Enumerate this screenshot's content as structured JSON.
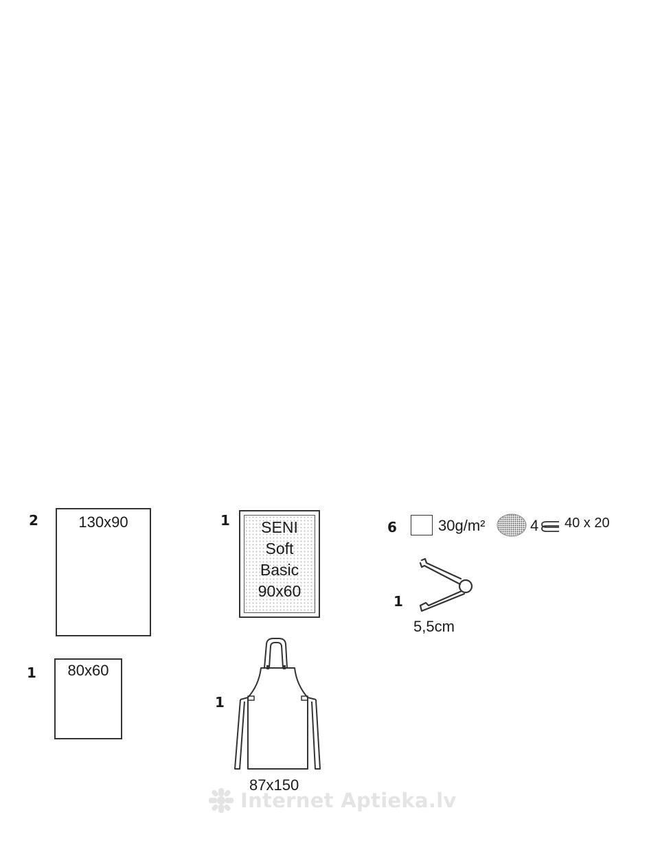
{
  "items": {
    "towel_large": {
      "qty": "2",
      "size": "130x90"
    },
    "towel_small": {
      "qty": "1",
      "size": "80x60"
    },
    "underpad": {
      "qty": "1",
      "lines": [
        "SENI",
        "Soft",
        "Basic",
        "90x60"
      ]
    },
    "apron": {
      "qty": "1",
      "size": "87x150"
    },
    "compresses": {
      "qty": "6",
      "weight": "30g/m²",
      "ply": "4",
      "size": "40 x 20"
    },
    "forceps": {
      "qty": "1",
      "size": "5,5cm"
    }
  },
  "watermark": {
    "text": "Internet Aptieka.lv",
    "icon": "pharmacy-logo-icon"
  }
}
